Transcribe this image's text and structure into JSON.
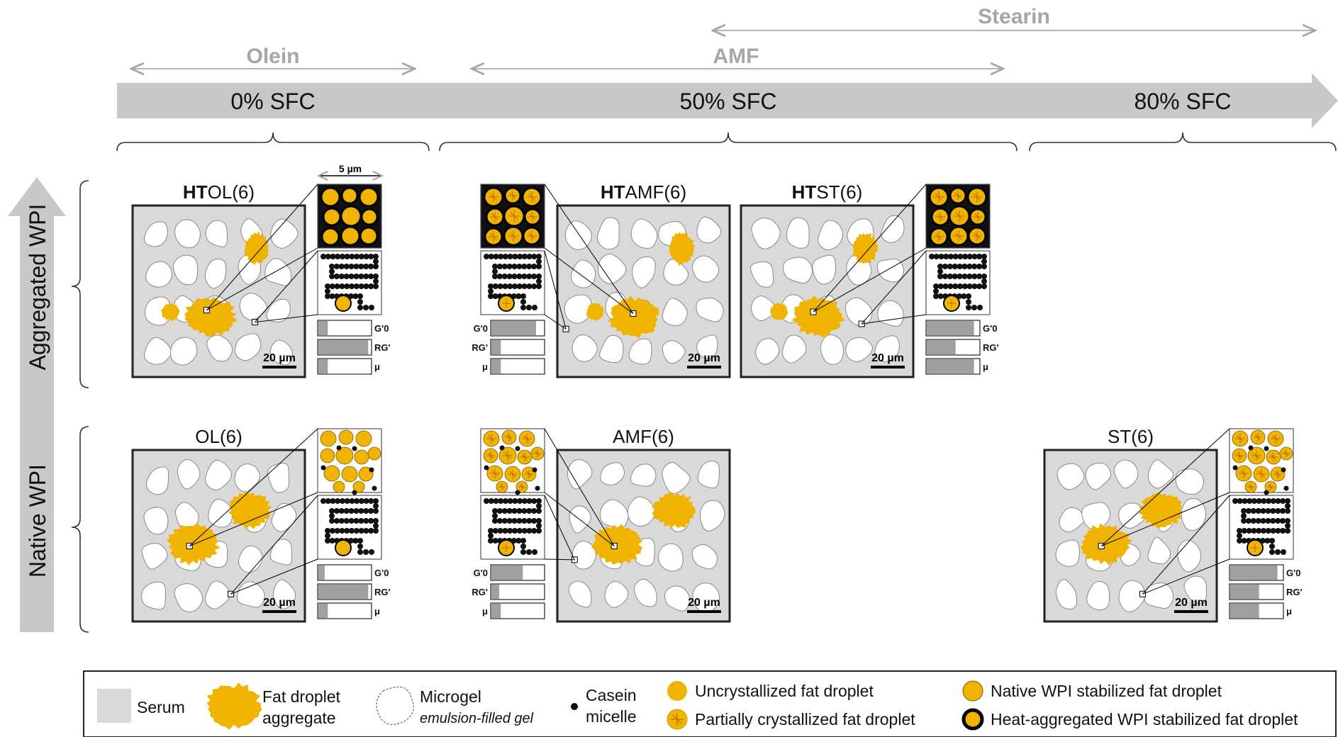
{
  "ranges": {
    "stearin": "Stearin",
    "olein": "Olein",
    "amf": "AMF"
  },
  "sfc_bar": {
    "left": "0% SFC",
    "middle": "50% SFC",
    "right": "80% SFC"
  },
  "axis": {
    "top": "Aggregated WPI",
    "bottom": "Native WPI"
  },
  "scale": {
    "inset": "5 µm",
    "panel": "20 µm"
  },
  "panels": {
    "htol": {
      "title_bold": "HT",
      "title_rest": "OL(6)",
      "bars": [
        0.18,
        0.95,
        0.18
      ],
      "fat": "un",
      "shell": "heat"
    },
    "htamf": {
      "title_bold": "HT",
      "title_rest": "AMF(6)",
      "bars": [
        0.85,
        0.18,
        0.18
      ],
      "fat": "part",
      "shell": "heat"
    },
    "htst": {
      "title_bold": "HT",
      "title_rest": "ST(6)",
      "bars": [
        0.9,
        0.55,
        0.9
      ],
      "fat": "part",
      "shell": "heat"
    },
    "ol": {
      "title_bold": "",
      "title_rest": "OL(6)",
      "bars": [
        0.12,
        0.95,
        0.18
      ],
      "fat": "un",
      "shell": "native"
    },
    "amf": {
      "title_bold": "",
      "title_rest": "AMF(6)",
      "bars": [
        0.6,
        0.15,
        0.18
      ],
      "fat": "part",
      "shell": "native"
    },
    "st": {
      "title_bold": "",
      "title_rest": "ST(6)",
      "bars": [
        0.9,
        0.55,
        0.55
      ],
      "fat": "part",
      "shell": "native"
    }
  },
  "bar_labels": [
    "G'0",
    "RG'",
    "μ"
  ],
  "legend": {
    "serum": "Serum",
    "fat_aggregate_1": "Fat droplet",
    "fat_aggregate_2": "aggregate",
    "microgel_1": "Microgel",
    "microgel_2": "emulsion-filled gel",
    "casein_1": "Casein",
    "casein_2": "micelle",
    "uncrystallized": "Uncrystallized fat droplet",
    "partially": "Partially crystallized fat droplet",
    "native_wpi": "Native WPI stabilized fat droplet",
    "heat_wpi": "Heat-aggregated WPI stabilized fat droplet"
  },
  "colors": {
    "fat": "#f0b400",
    "serum": "#d9d9d9",
    "arrow": "#c8c8c8",
    "range_text": "#a6a6a6",
    "bar_fill": "#a0a0a0"
  }
}
